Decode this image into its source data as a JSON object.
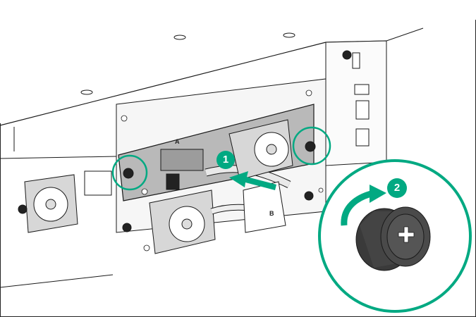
{
  "steps": [
    {
      "number": "1"
    },
    {
      "number": "2"
    }
  ],
  "port_labels": {
    "module_a": "A",
    "module_b": "B"
  },
  "colors": {
    "callout_green": "#01A982",
    "arrow_green": "#01A982",
    "outline": "#1a1a1a",
    "panel_gray": "#b9b9b9",
    "chassis": "#ffffff"
  },
  "icons": [
    "thumbscrew-icon",
    "rotate-clockwise-arrow-icon",
    "insert-arrow-icon",
    "fan-icon",
    "power-socket-icon"
  ]
}
